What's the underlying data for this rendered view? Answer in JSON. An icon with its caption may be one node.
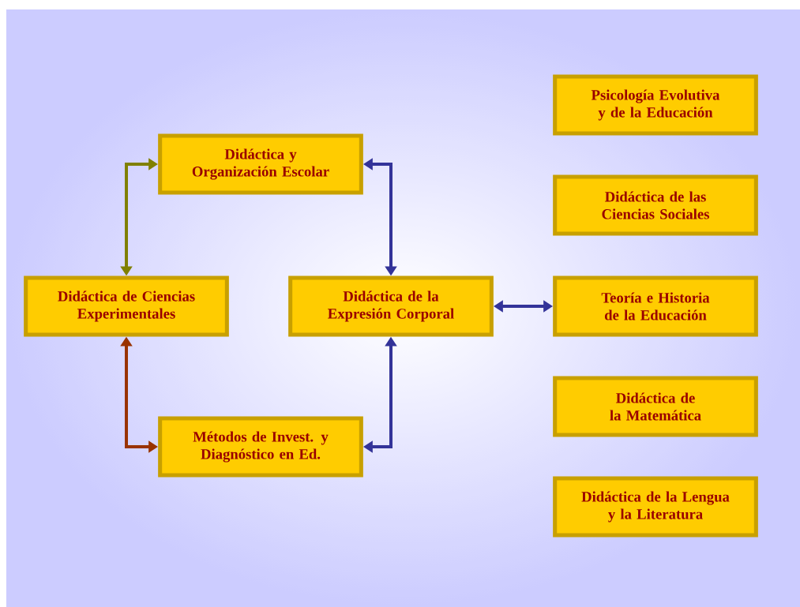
{
  "diagram": {
    "nodes": [
      {
        "text": [
          "Didáctica y Organización Escolar"
        ]
      },
      {
        "text": [
          "Didáctica de Ciencias Experimentales"
        ]
      },
      {
        "text": [
          "Didáctica de la Expresión Corporal"
        ]
      },
      {
        "text": [
          "Métodos de Invest. y Diagnóstico en Ed."
        ]
      },
      {
        "text": [
          "Psicología Evolutiva y de la Educación"
        ]
      },
      {
        "text": [
          "Didáctica de las Ciencias Sociales"
        ]
      },
      {
        "text": [
          "Teoría e Historia de la Educación"
        ]
      },
      {
        "text": [
          "Didáctica de la Matemática"
        ]
      },
      {
        "text": [
          "Didáctica de la Lengua y la Literatura"
        ]
      }
    ],
    "edges": [
      {
        "from": 1,
        "to": 0,
        "arrow": "both",
        "color": "#808000"
      },
      {
        "from": 0,
        "to": 2,
        "arrow": "both"
      },
      {
        "from": 2,
        "to": 6,
        "arrow": "both"
      },
      {
        "from": 1,
        "to": 3,
        "arrow": "both",
        "color": "#993300"
      },
      {
        "from": 3,
        "to": 2,
        "arrow": "both"
      }
    ]
  }
}
